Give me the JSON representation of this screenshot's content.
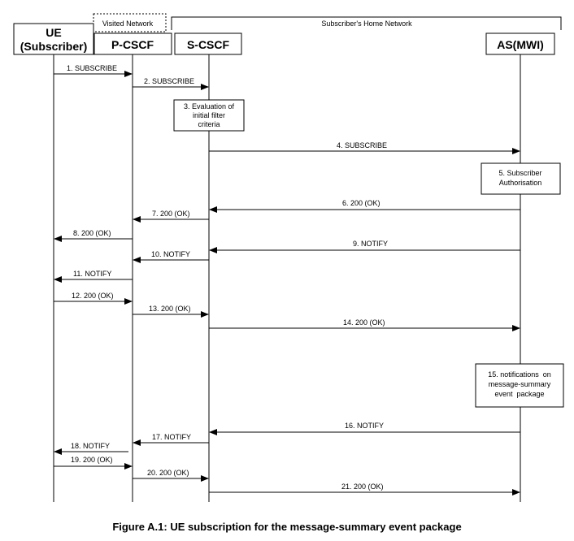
{
  "regions": {
    "visited": "Visited Network",
    "home": "Subscriber's Home Network"
  },
  "participants": [
    {
      "id": "ue",
      "lines": [
        "UE",
        "(Subscriber)"
      ]
    },
    {
      "id": "pcscf",
      "lines": [
        "P-CSCF"
      ]
    },
    {
      "id": "scscf",
      "lines": [
        "S-CSCF"
      ]
    },
    {
      "id": "as",
      "lines": [
        "AS(MWI)"
      ]
    }
  ],
  "process_boxes": [
    {
      "id": "step3",
      "lines": [
        "3. Evaluation of",
        "initial filter",
        "criteria"
      ]
    },
    {
      "id": "step5",
      "lines": [
        "5. Subscriber",
        "Authorisation"
      ]
    },
    {
      "id": "step15",
      "lines": [
        "15. notifications  on",
        "message-summary",
        "event  package"
      ]
    }
  ],
  "messages": [
    {
      "label": "1. SUBSCRIBE",
      "from": "ue",
      "to": "pcscf"
    },
    {
      "label": "2. SUBSCRIBE",
      "from": "pcscf",
      "to": "scscf"
    },
    {
      "label": "4. SUBSCRIBE",
      "from": "scscf",
      "to": "as"
    },
    {
      "label": "6. 200 (OK)",
      "from": "as",
      "to": "scscf"
    },
    {
      "label": "7. 200 (OK)",
      "from": "scscf",
      "to": "pcscf"
    },
    {
      "label": "8. 200 (OK)",
      "from": "pcscf",
      "to": "ue"
    },
    {
      "label": "9. NOTIFY",
      "from": "as",
      "to": "scscf"
    },
    {
      "label": "10. NOTIFY",
      "from": "scscf",
      "to": "pcscf"
    },
    {
      "label": "11. NOTIFY",
      "from": "pcscf",
      "to": "ue"
    },
    {
      "label": "12. 200 (OK)",
      "from": "ue",
      "to": "pcscf"
    },
    {
      "label": "13. 200 (OK)",
      "from": "pcscf",
      "to": "scscf"
    },
    {
      "label": "14. 200 (OK)",
      "from": "scscf",
      "to": "as"
    },
    {
      "label": "16. NOTIFY",
      "from": "as",
      "to": "scscf"
    },
    {
      "label": "17. NOTIFY",
      "from": "scscf",
      "to": "pcscf"
    },
    {
      "label": "18. NOTIFY",
      "from": "pcscf",
      "to": "ue"
    },
    {
      "label": "19. 200 (OK)",
      "from": "ue",
      "to": "pcscf"
    },
    {
      "label": "20. 200 (OK)",
      "from": "pcscf",
      "to": "scscf"
    },
    {
      "label": "21. 200 (OK)",
      "from": "scscf",
      "to": "as"
    }
  ],
  "caption": "Figure A.1: UE subscription for the message-summary event package"
}
